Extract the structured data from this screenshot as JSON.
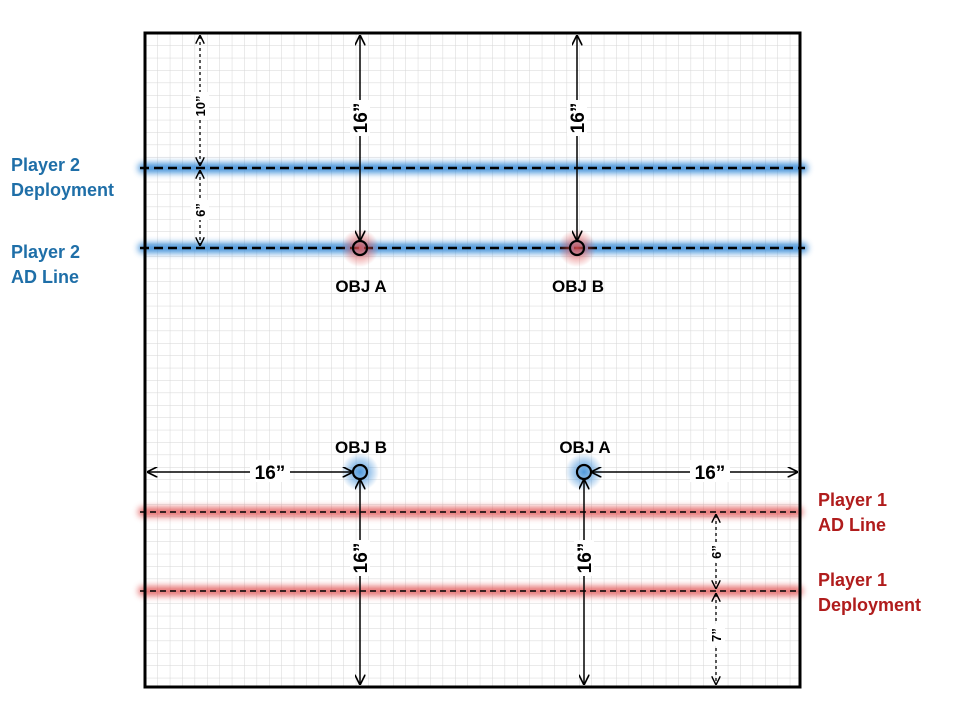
{
  "labels": {
    "player2_deployment": [
      "Player 2",
      "Deployment"
    ],
    "player2_ad_line": [
      "Player 2",
      "AD Line"
    ],
    "player1_ad_line": [
      "Player 1",
      "AD Line"
    ],
    "player1_deployment": [
      "Player 1",
      "Deployment"
    ]
  },
  "objectives": {
    "top_left": "OBJ A",
    "top_right": "OBJ B",
    "bottom_left": "OBJ B",
    "bottom_right": "OBJ A"
  },
  "measurements": {
    "top_edge_to_p2_deploy": "10”",
    "p2_deploy_to_p2_ad": "6”",
    "top_to_obj_a": "16”",
    "top_to_obj_b": "16”",
    "left_to_obj_b": "16”",
    "right_to_obj_a": "16”",
    "bottom_to_obj_b": "16”",
    "bottom_to_obj_a": "16”",
    "p1_ad_to_p1_deploy": "6”",
    "p1_deploy_to_bottom": "7”"
  },
  "colors": {
    "player2": "#1f6fa8",
    "player1": "#b01c1c",
    "blue_glow": "#3d8ed8",
    "red_glow": "#e05050",
    "grid": "#d6d6d6"
  }
}
